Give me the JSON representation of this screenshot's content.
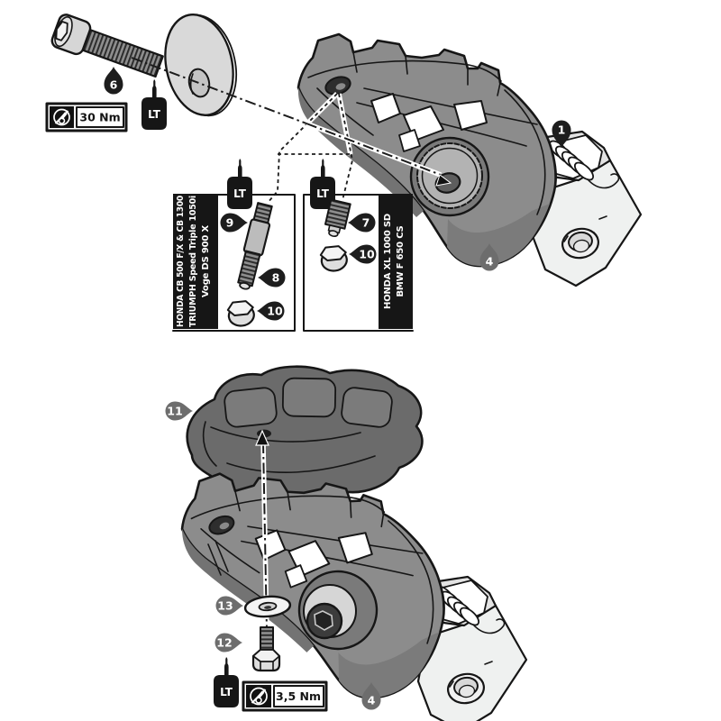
{
  "labels": {
    "torque_top": "30 Nm",
    "torque_bottom": "3,5 Nm",
    "threadlocker": "LT"
  },
  "panels": {
    "left": {
      "lines": [
        "HONDA CB 500 F/X & CB 1300",
        "TRIUMPH Speed Triple 1050i",
        "Voge DS 900 X"
      ]
    },
    "right": {
      "lines": [
        "HONDA XL 1000 SD",
        "BMW F 650 CS"
      ]
    }
  },
  "callouts": {
    "bolt": "6",
    "bracket": "1",
    "footpeg_top": "4",
    "adapter_stud": "9",
    "adapter_stud_thread": "8",
    "hex_nut_left": "10",
    "grub_screw": "7",
    "hex_nut_right": "10",
    "rubber_pad": "11",
    "pad_screw": "12",
    "pad_washer": "13",
    "footpeg_bottom": "4"
  },
  "icons": {
    "torque_icon": "no-power-tool-icon",
    "threadlocker_icon": "threadlocker-bottle-icon"
  },
  "colors": {
    "background": "#ffffff",
    "outline": "#161616",
    "callout_black": "#1d1d1d",
    "callout_gray": "#6d6d6d",
    "footpeg_gray": "#8c8c8c",
    "footpeg_shadow": "#737373",
    "rubber_pad_gray": "#6b6b6b",
    "bracket_light": "#ededed",
    "knurl_disc": "#b3b3b3",
    "washer_gray": "#d9d9d9",
    "bottle_black": "#161616"
  }
}
